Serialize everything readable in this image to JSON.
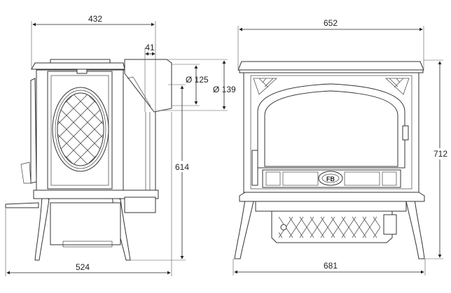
{
  "side_view": {
    "dimensions": {
      "depth_top": "432",
      "flue_offset": "41",
      "flue_inner_diameter": "Ø 125",
      "flue_outer_diameter": "Ø 139",
      "flue_height": "614",
      "depth_overall": "524"
    }
  },
  "front_view": {
    "dimensions": {
      "width_top": "652",
      "height_overall": "712",
      "width_overall": "681"
    },
    "logo": "FB"
  }
}
